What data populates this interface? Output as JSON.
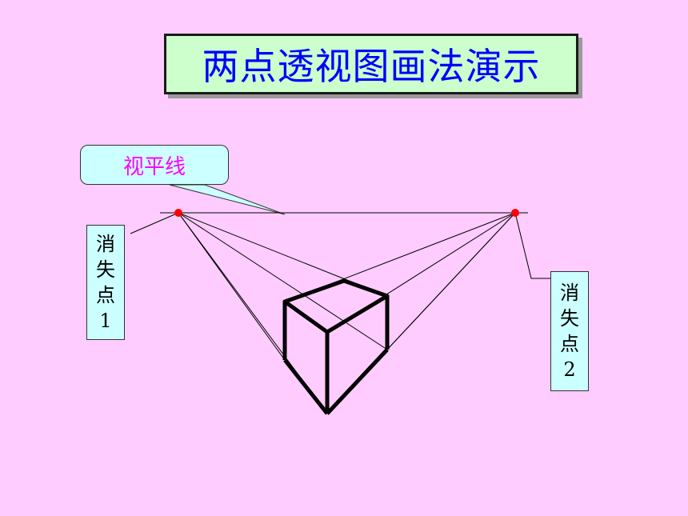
{
  "title": "两点透视图画法演示",
  "horizon_label": "视平线",
  "vanishing_point_1": {
    "chars": [
      "消",
      "失",
      "点",
      "1"
    ]
  },
  "vanishing_point_2": {
    "chars": [
      "消",
      "失",
      "点",
      "2"
    ]
  },
  "colors": {
    "background": "#ffccff",
    "title_bg": "#ccffcc",
    "title_text": "#0000ff",
    "callout_bg": "#ccffff",
    "callout_text": "#ff00ff",
    "vanishing_point": "#ff0000",
    "cube_stroke": "#000000"
  }
}
